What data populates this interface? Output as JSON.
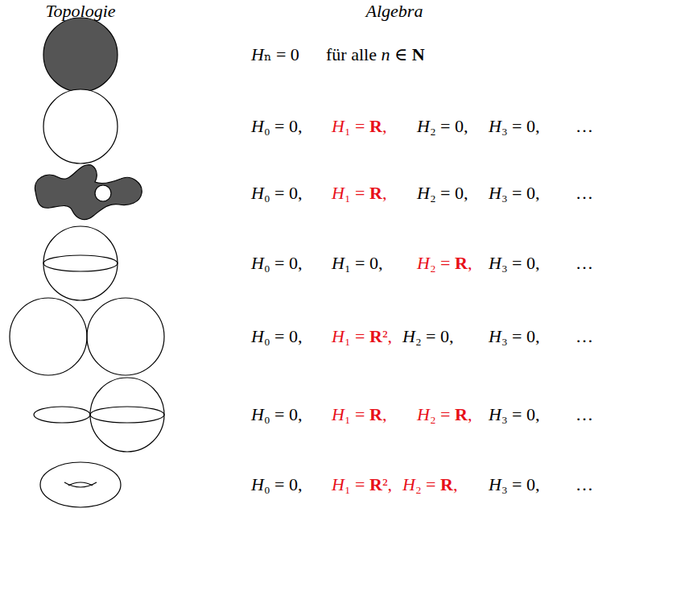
{
  "diagram": {
    "labels": [
      "Topologie",
      "Algebra",
      "Hₙ = 0",
      "für alle n ∈ N",
      "H₀ = 0,",
      "H₁ = R,",
      "H₂ = 0,",
      "H₃ = 0,",
      "…",
      "H₀ = 0,",
      "H₁ = R,",
      "H₂ = 0,",
      "H₃ = 0,",
      "…",
      "H₀ = 0,",
      "H₁ = 0,",
      "H₂ = R,",
      "H₃ = 0,",
      "…",
      "H₀ = 0,",
      "H₁ = R²,",
      "H₂ = 0,",
      "H₃ = 0,",
      "…",
      "H₀ = 0,",
      "H₁ = R,",
      "H₂ = R,",
      "H₃ = 0,",
      "…",
      "H₀ = 0,",
      "H₁ = R²,",
      "H₂ = R,",
      "H₃ = 0,",
      "…"
    ]
  }
}
